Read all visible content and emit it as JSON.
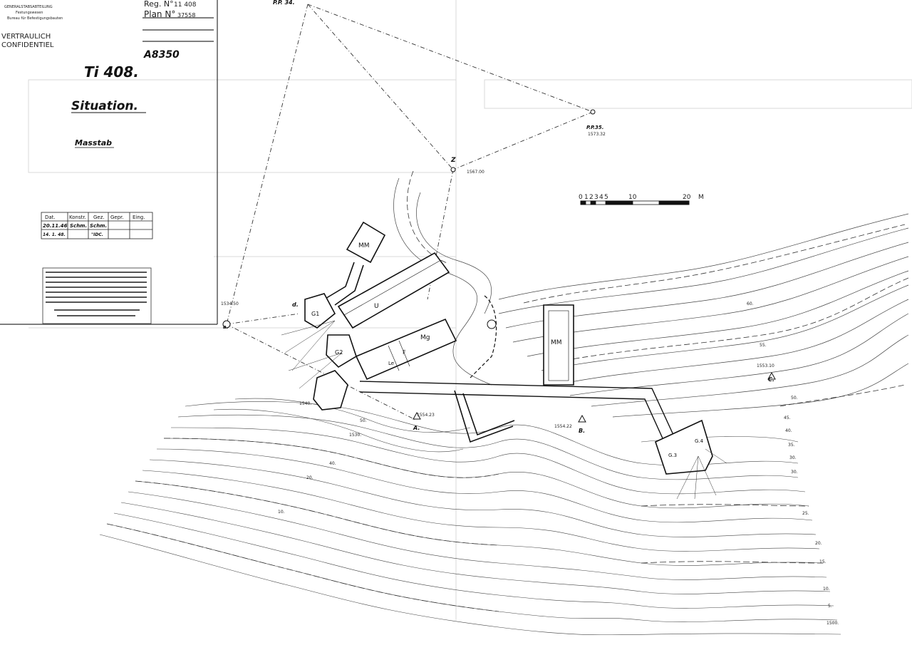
{
  "stamp": {
    "org_line1": "GENERALSTABSABTEILUNG",
    "org_line2": "Festungswesen",
    "org_line3": "Bureau für Befestigungsbauten",
    "classification_line1": "VERTRAULICH",
    "classification_line2": "CONFIDENTIEL"
  },
  "header": {
    "reg_label": "Reg. N°",
    "reg_number": "11 408",
    "plan_label": "Plan N°",
    "plan_number": "37558",
    "archive_number": "A8350"
  },
  "title": {
    "work": "Ti 408.",
    "sheet": "Situation.",
    "scale_label": "Masstab"
  },
  "revision_table": {
    "headers": [
      "Dat.",
      "Konstr.",
      "Gez.",
      "Gepr.",
      "Eing."
    ],
    "rows": [
      [
        "20.11.46",
        "Schm.",
        "Schm.",
        "",
        ""
      ],
      [
        "14. 1. 48.",
        "",
        "\"IDC.",
        "",
        ""
      ]
    ]
  },
  "scale_bar": {
    "ticks": [
      "0",
      "1",
      "2",
      "3",
      "4",
      "5",
      "10",
      "20"
    ],
    "unit": "M"
  },
  "survey_points": {
    "z": "Z",
    "z_elev": "1567.00",
    "pp35": "P.P.35.",
    "pp35_elev": "1573.32",
    "a": "a.",
    "a_elev": "1534.50",
    "A": "A.",
    "A_elev": "1554.23",
    "B": "B.",
    "B_elev": "1554.22",
    "C": "C.",
    "C_elev": "1553.10",
    "top": "P.P. 34."
  },
  "rooms": {
    "mm1": "MM",
    "mm2": "MM",
    "u": "U",
    "mg": "Mg",
    "f": "F",
    "le": "Le",
    "g1": "G1",
    "g2": "G2",
    "d": "d.",
    "g3": "G.3",
    "g4": "G.4"
  },
  "contour_labels": [
    "1540.",
    "50.",
    "1530.",
    "40.",
    "20.",
    "10.",
    "60.",
    "55.",
    "30.",
    "50.",
    "45.",
    "40.",
    "35.",
    "30.",
    "25.",
    "20.",
    "15.",
    "10.",
    "5.",
    "1500."
  ]
}
